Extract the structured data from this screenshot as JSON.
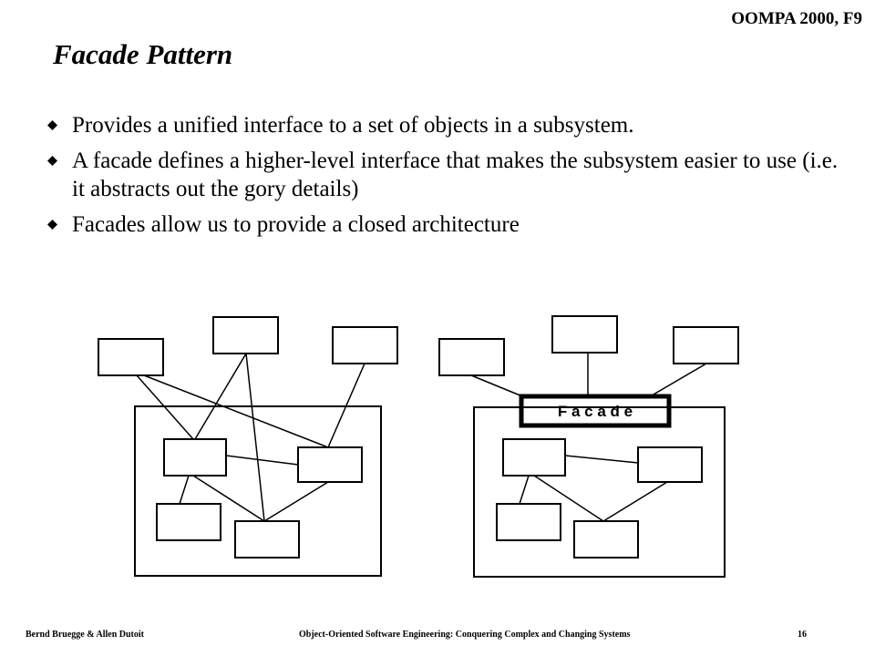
{
  "header": {
    "course_label": "OOMPA 2000, F9"
  },
  "slide": {
    "title": "Facade Pattern",
    "bullets": [
      {
        "text": "Provides a unified interface to a set of objects in a subsystem."
      },
      {
        "text": "A facade defines a higher-level interface that makes the subsystem easier to use (i.e. it abstracts out the gory details)"
      },
      {
        "text": "Facades allow us to provide  a closed architecture"
      }
    ]
  },
  "diagram": {
    "facade_label": "F a c a d e"
  },
  "footer": {
    "authors": "Bernd Bruegge & Allen Dutoit",
    "book_title": "Object-Oriented Software Engineering: Conquering Complex and Changing Systems",
    "page_number": "16"
  }
}
